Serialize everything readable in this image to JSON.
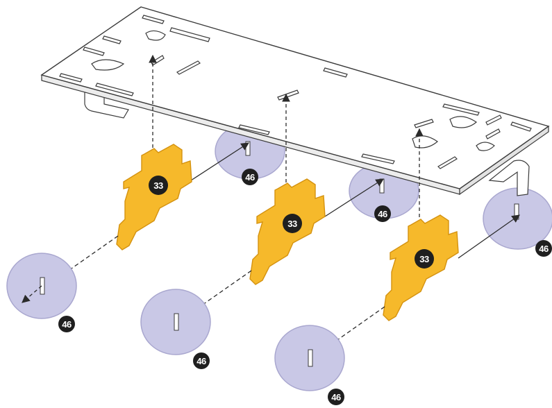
{
  "colors": {
    "background": "#ffffff",
    "board_fill": "#ffffff",
    "board_edge": "#e9e9e9",
    "outline": "#3a3a3a",
    "bracket_fill": "#f6b92b",
    "bracket_edge": "#d49210",
    "disc_fill": "#c9c8e6",
    "disc_edge": "#a9a7cf",
    "badge_fill": "#1f1f1f",
    "badge_text": "#ffffff",
    "arrow": "#2b2b2b"
  },
  "parts": {
    "bracket_label": "33",
    "disc_label": "46"
  },
  "brackets": [
    {
      "id": "left",
      "label": "33"
    },
    {
      "id": "middle",
      "label": "33"
    },
    {
      "id": "right",
      "label": "33"
    }
  ],
  "discs": [
    {
      "id": "back-1",
      "label": "46"
    },
    {
      "id": "back-2",
      "label": "46"
    },
    {
      "id": "back-3",
      "label": "46"
    },
    {
      "id": "front-1",
      "label": "46"
    },
    {
      "id": "front-2",
      "label": "46"
    },
    {
      "id": "front-3",
      "label": "46"
    }
  ]
}
